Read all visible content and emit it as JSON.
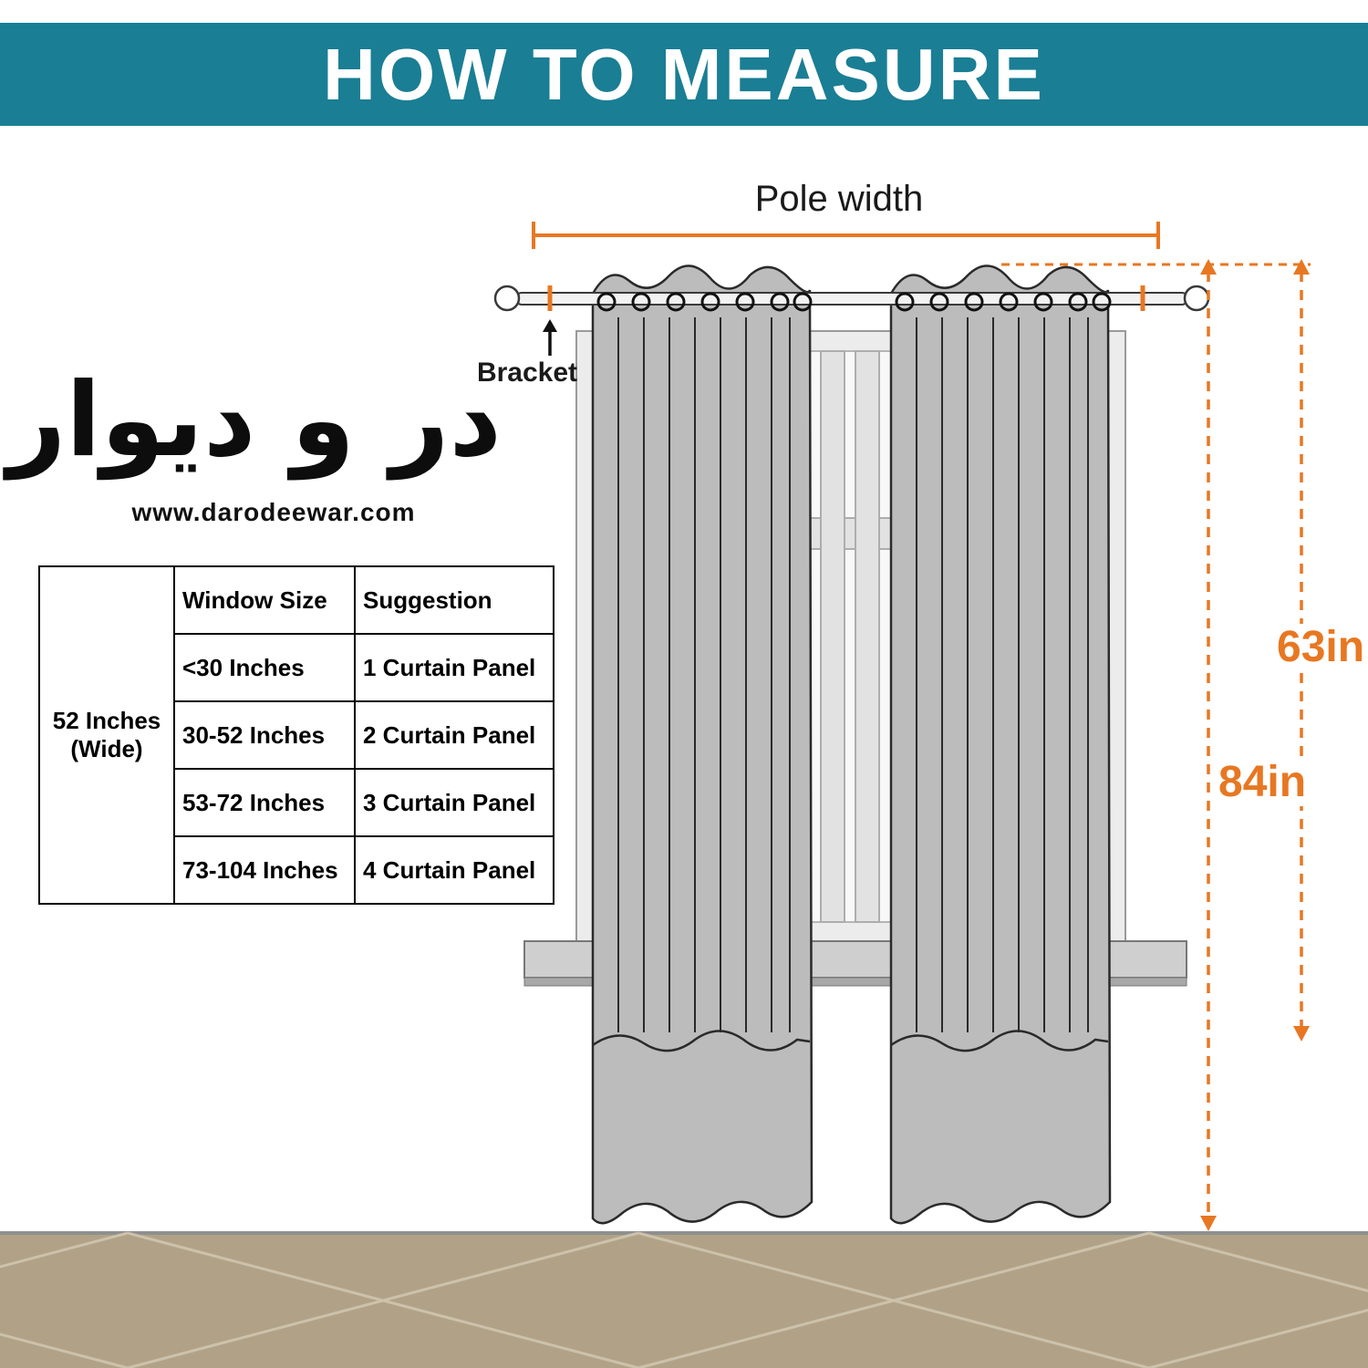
{
  "header": {
    "title": "HOW TO MEASURE"
  },
  "logo": {
    "calligraphy": "در و دیوار",
    "url": "www.darodeewar.com"
  },
  "size_table": {
    "side_label": "52 Inches\n(Wide)",
    "columns": [
      "Window Size",
      "Suggestion"
    ],
    "rows": [
      {
        "window_size": "<30 Inches",
        "suggestion": "1 Curtain Panel"
      },
      {
        "window_size": "30-52 Inches",
        "suggestion": "2 Curtain Panel"
      },
      {
        "window_size": "53-72 Inches",
        "suggestion": "3 Curtain Panel"
      },
      {
        "window_size": "73-104 Inches",
        "suggestion": "4 Curtain Panel"
      }
    ]
  },
  "diagram": {
    "pole_width_label": "Pole width",
    "bracket_label": "Bracket",
    "length_63": "63in",
    "length_84": "84in"
  },
  "colors": {
    "teal": "#1a7e94",
    "orange": "#e87722",
    "curtain_gray": "#bcbcbc",
    "floor_tan": "#b1a287"
  }
}
